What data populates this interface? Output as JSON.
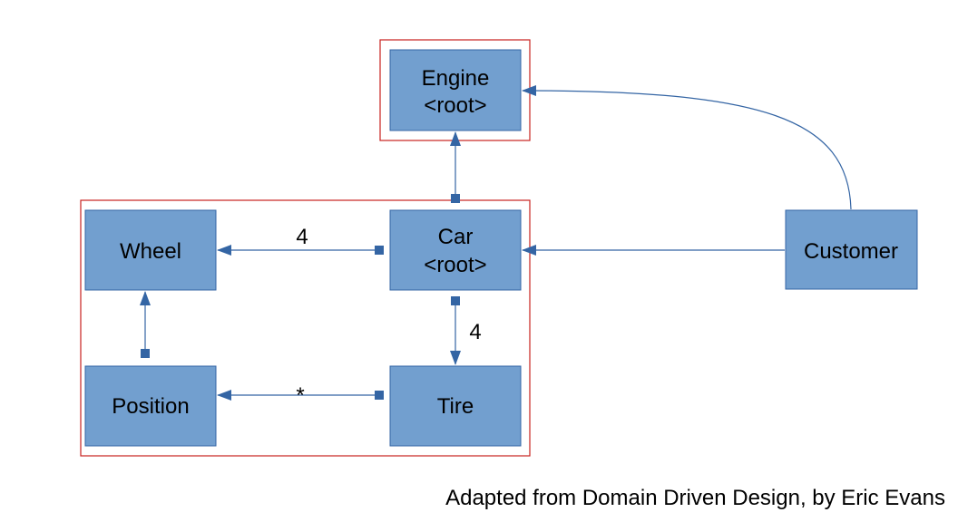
{
  "nodes": {
    "engine": {
      "lines": [
        "Engine",
        "<root>"
      ]
    },
    "car": {
      "lines": [
        "Car",
        "<root>"
      ]
    },
    "wheel": {
      "lines": [
        "Wheel"
      ]
    },
    "position": {
      "lines": [
        "Position"
      ]
    },
    "tire": {
      "lines": [
        "Tire"
      ]
    },
    "customer": {
      "lines": [
        "Customer"
      ]
    }
  },
  "edges": {
    "car_wheel": {
      "label": "4"
    },
    "car_tire": {
      "label": "4"
    },
    "tire_position": {
      "label": "*"
    }
  },
  "caption": "Adapted from Domain Driven Design, by Eric Evans",
  "colors": {
    "node_fill": "#729fcf",
    "node_stroke": "#3465a4",
    "connector": "#3465a4",
    "aggregate_boundary": "#c9211e"
  }
}
